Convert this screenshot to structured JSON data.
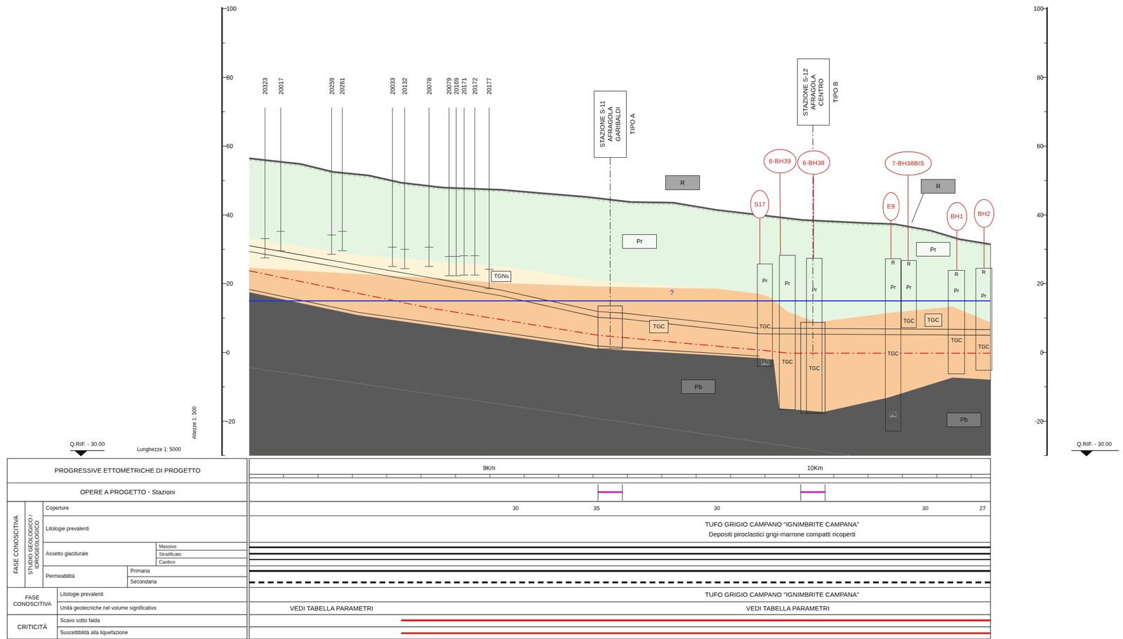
{
  "diagram": {
    "nodes": [
      {
        "text": [
          "STAZIONE S-11 AFRAGOLA GARIBALDI",
          "TIPO A"
        ]
      },
      {
        "text": [
          "STAZIONE S-12 AFRAGOLA CENTRO",
          "TIPO B"
        ]
      },
      {
        "text": [
          "R"
        ]
      },
      {
        "text": [
          "R"
        ]
      },
      {
        "text": [
          "Pr"
        ]
      },
      {
        "text": [
          "Pr"
        ]
      },
      {
        "text": [
          "TGNs"
        ]
      },
      {
        "text": [
          "TGC"
        ]
      },
      {
        "text": [
          "TGC"
        ]
      },
      {
        "text": [
          "Pb"
        ]
      },
      {
        "text": [
          "Pb"
        ]
      },
      {
        "text": [
          "S17"
        ]
      },
      {
        "text": [
          "6-BH39"
        ]
      },
      {
        "text": [
          "6-BH38"
        ]
      },
      {
        "text": [
          "E9"
        ]
      },
      {
        "text": [
          "7-BH38BIS"
        ]
      },
      {
        "text": [
          "BH1"
        ]
      },
      {
        "text": [
          "BH2"
        ]
      },
      {
        "text": [
          "Pr",
          "TGC",
          "Pb"
        ]
      },
      {
        "text": [
          "Pr",
          "TGC"
        ]
      },
      {
        "text": [
          "Pr",
          "TGC"
        ]
      },
      {
        "text": [
          "R",
          "Pr",
          "TGC",
          "Pb"
        ]
      },
      {
        "text": [
          "R",
          "Pr",
          "TGC"
        ]
      },
      {
        "text": [
          "R",
          "Pr",
          "TGC"
        ]
      },
      {
        "text": [
          "R",
          "Pr",
          "TGC"
        ]
      }
    ],
    "edges": [
      {
        "from": 11,
        "to": 18,
        "arrow": "none"
      },
      {
        "from": 12,
        "to": 19,
        "arrow": "none"
      },
      {
        "from": 13,
        "to": 20,
        "arrow": "none"
      },
      {
        "from": 14,
        "to": 21,
        "arrow": "none"
      },
      {
        "from": 15,
        "to": 22,
        "arrow": "none"
      },
      {
        "from": 16,
        "to": 23,
        "arrow": "none"
      },
      {
        "from": 17,
        "to": 24,
        "arrow": "none"
      }
    ],
    "labels": [
      "20323",
      "20017",
      "20259",
      "20261",
      "20033",
      "20132",
      "20078",
      "20079",
      "20169",
      "20171",
      "20172",
      "20177",
      "100",
      "80",
      "60",
      "40",
      "20",
      "0",
      "-20",
      "100",
      "80",
      "60",
      "40",
      "20",
      "0",
      "-20",
      "?",
      "Altezze 1: 500",
      "Q.RIF. - 30.00",
      "Lunghezze 1: 5000",
      "Q.RIF. - 30.00",
      "PROGRESSIVE ETTOMETRICHE DI PROGETTO",
      "OPERE A PROGETTO - Stazioni",
      "FASE CONOSCITIVA",
      "STUDIO GEOLOGICO / IDROGEOLOGICO",
      "Coperture",
      "Litologie prevalenti",
      "Assetto giaciturale",
      "Massivo",
      "Stratificato",
      "Caotico",
      "Permeabilità",
      "Primaria",
      "Secondaria",
      "FASE CONOSCITIVA",
      "Litologie prevalenti",
      "Unità geotecniche nel volume significativo",
      "CRITICITÀ",
      "Scavo sotto falda",
      "Suscettibilità alla liquefazione",
      "9Km",
      "10Km",
      "30",
      "35",
      "30",
      "30",
      "27",
      "TUFO GRIGIO CAMPANO \"IGNIMBRITE CAMPANA\"",
      "Depositi piroclastici grigi-marrone compatti ricoperti",
      "TUFO GRIGIO CAMPANO \"IGNIMBRITE CAMPANA\"",
      "VEDI TABELLA PARAMETRI",
      "VEDI TABELLA PARAMETRI"
    ]
  }
}
